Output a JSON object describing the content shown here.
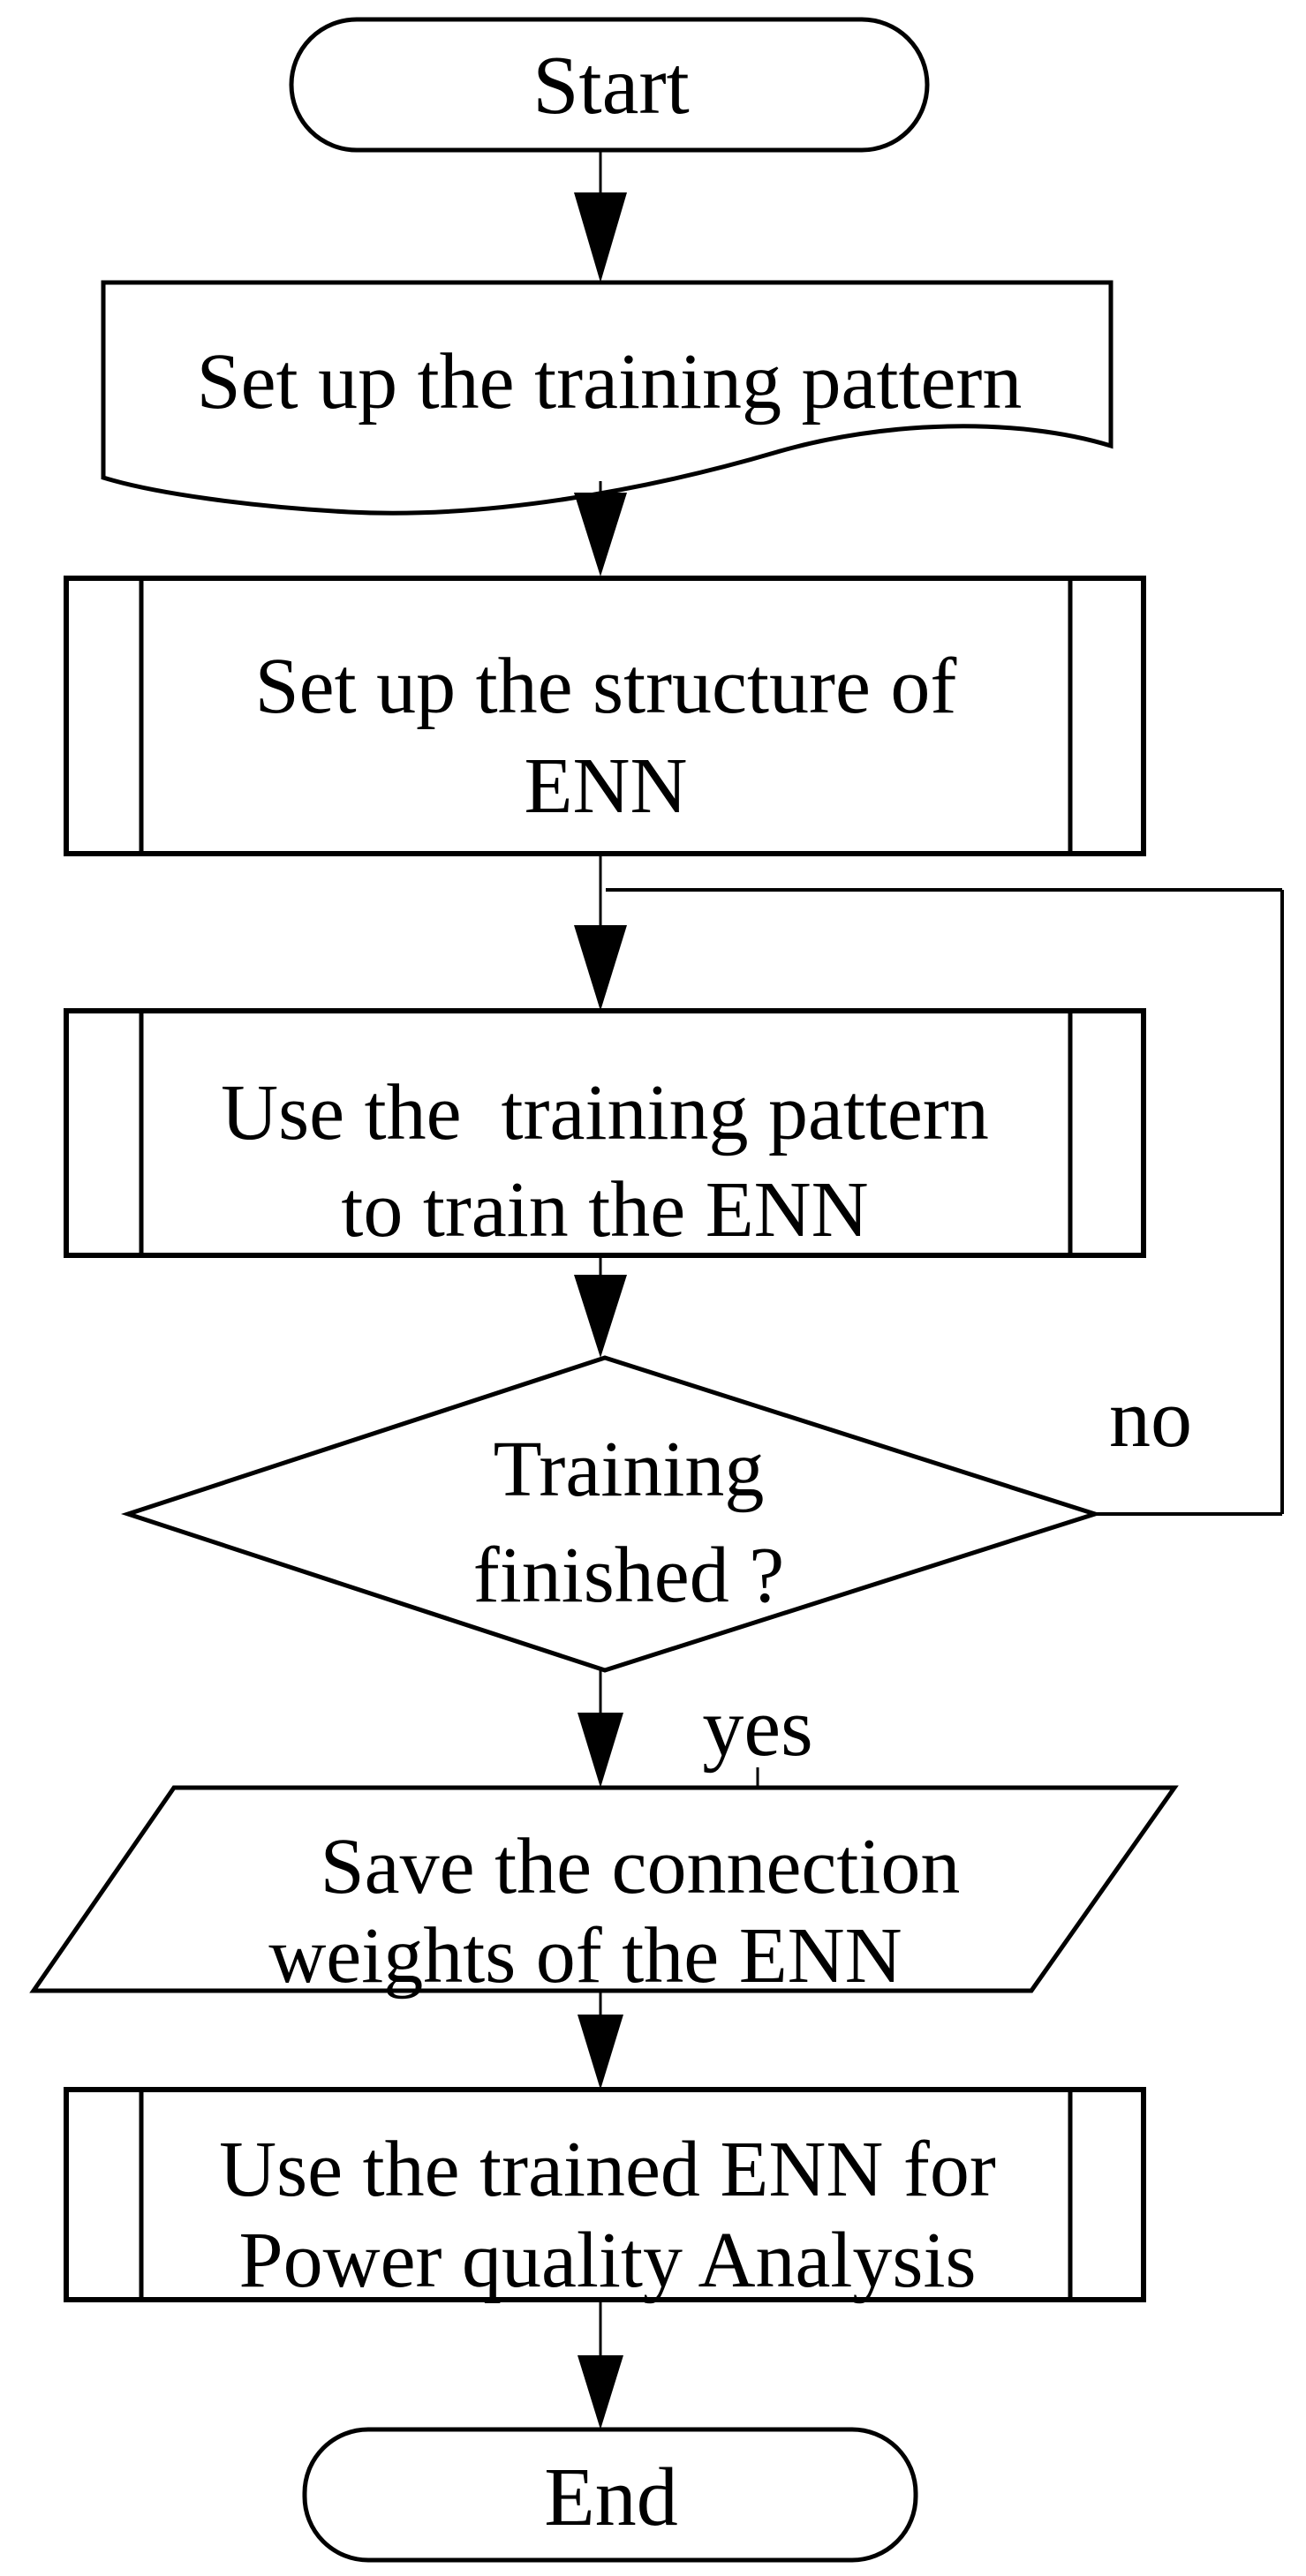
{
  "canvas": {
    "background_color": "#ffffff",
    "line_color": "#000000"
  },
  "flow": {
    "nodes": {
      "start": {
        "shape": "terminator",
        "label": "Start"
      },
      "setup_pattern": {
        "shape": "document",
        "label": "Set up the training pattern"
      },
      "setup_structure": {
        "shape": "predefined_process",
        "lines": [
          "Set up the structure of",
          "ENN"
        ]
      },
      "train": {
        "shape": "predefined_process",
        "lines": [
          "Use the  training pattern",
          "to train the ENN"
        ]
      },
      "decision": {
        "shape": "decision",
        "lines": [
          "Training",
          "finished ?"
        ]
      },
      "save_weights": {
        "shape": "input_output",
        "lines": [
          "Save the connection",
          "weights of the ENN"
        ]
      },
      "analysis": {
        "shape": "predefined_process",
        "lines": [
          "Use the trained ENN for",
          "Power quality Analysis"
        ]
      },
      "end": {
        "shape": "terminator",
        "label": "End"
      }
    },
    "edge_labels": {
      "no": "no",
      "yes": "yes"
    }
  }
}
